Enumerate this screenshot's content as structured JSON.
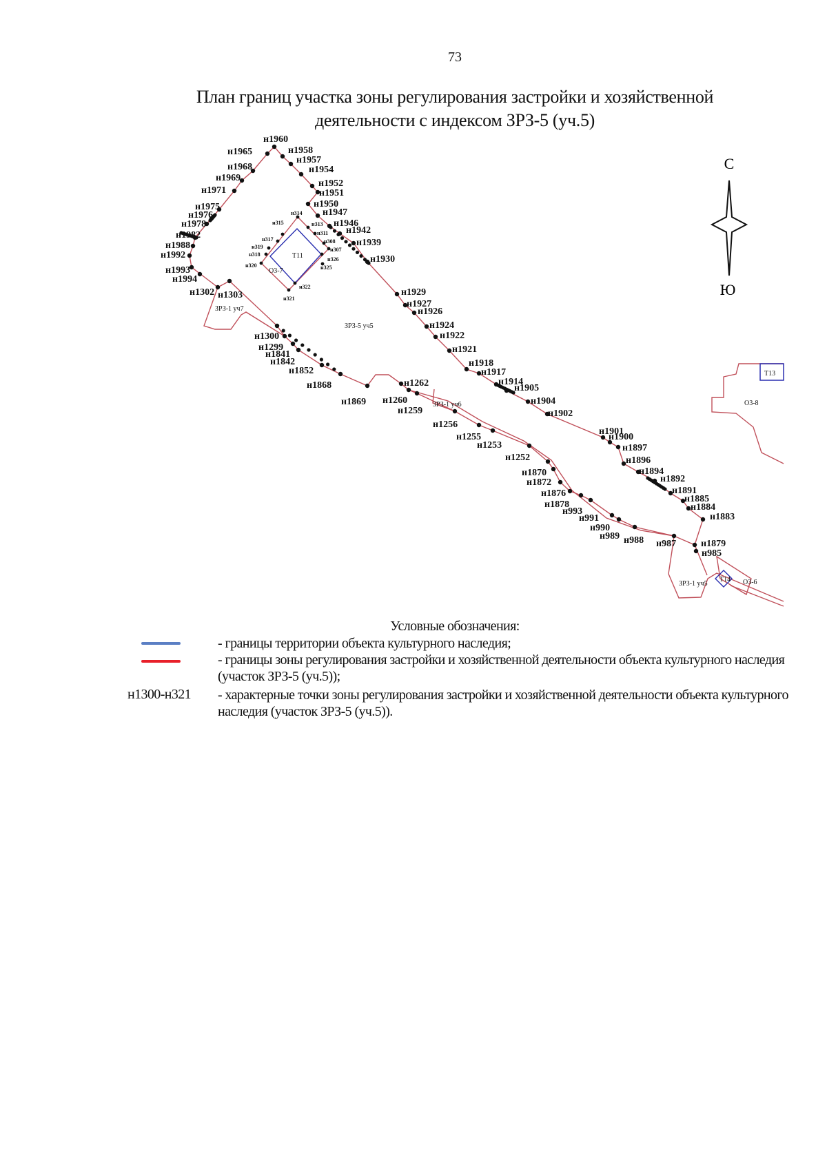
{
  "page_number": "73",
  "title": {
    "line1": "План границ участка зоны регулирования застройки и хозяйственной",
    "line2": "деятельности с индексом ЗРЗ-5 (уч.5)"
  },
  "colors": {
    "territory_boundary": "#5b7fc4",
    "zone_boundary": "#e8202a",
    "map_line": "#c0505a",
    "t_blue": "#2a2fb0"
  },
  "compass": {
    "north": "С",
    "south": "Ю"
  },
  "map": {
    "zones": [
      "ЗРЗ-5 уч5",
      "ЗРЗ-1 уч7",
      "ЗРЗ-1 уч6",
      "ЗРЗ-1 уч5",
      "О3-7",
      "О3-8",
      "О3-6"
    ],
    "objects": [
      "Т11",
      "Т13",
      "Т14"
    ],
    "points": [
      "н1960",
      "н1965",
      "н1958",
      "н1957",
      "н1954",
      "н1952",
      "н1951",
      "н1950",
      "н1947",
      "н1946",
      "н1942",
      "н1939",
      "н1930",
      "н1968",
      "н1969",
      "н1971",
      "н1975",
      "н1976",
      "н1978",
      "н1982",
      "н1988",
      "н1992",
      "н1993",
      "н1994",
      "н1302",
      "н1303",
      "н1929",
      "н1927",
      "н1926",
      "н1924",
      "н1922",
      "н1921",
      "н1918",
      "н1917",
      "н1914",
      "н1905",
      "н1904",
      "н1902",
      "н1901",
      "н1900",
      "н1897",
      "н1896",
      "н1894",
      "н1892",
      "н1891",
      "н1885",
      "н1884",
      "н1883",
      "н1879",
      "н985",
      "н987",
      "н988",
      "н989",
      "н990",
      "н991",
      "н993",
      "н1878",
      "н1876",
      "н1872",
      "н1870",
      "н1252",
      "н1253",
      "н1255",
      "н1256",
      "н1259",
      "н1260",
      "н1262",
      "н1869",
      "н1868",
      "н1852",
      "н1842",
      "н1841",
      "н1299",
      "н1300"
    ],
    "small_points": [
      "н314",
      "н315",
      "н313",
      "н317",
      "н311",
      "н319",
      "н308",
      "н318",
      "н307",
      "н326",
      "н320",
      "н325",
      "н322",
      "н321"
    ]
  },
  "legend": {
    "title": "Условные обозначения:",
    "items": [
      {
        "symbol": "blue-line",
        "text": "- границы территории объекта культурного наследия;"
      },
      {
        "symbol": "red-line",
        "text": "- границы зоны регулирования застройки и хозяйственной деятельности объекта культурного наследия (участок ЗРЗ-5 (уч.5));"
      },
      {
        "symbol": "н1300-н321",
        "text": "- характерные точки зоны регулирования застройки и хозяйственной деятельности объекта культурного наследия (участок ЗРЗ-5 (уч.5))."
      }
    ]
  }
}
